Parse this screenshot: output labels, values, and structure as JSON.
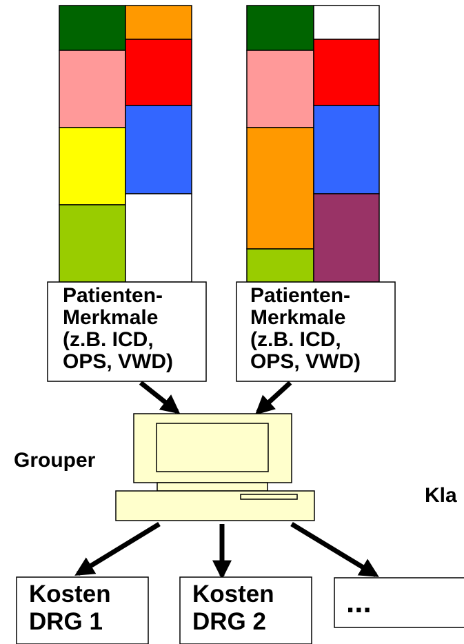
{
  "stacks": [
    {
      "left_column": [
        "#006400",
        "#ff9999",
        "#ffff00",
        "#99cc00"
      ],
      "right_column": [
        "#ff9900",
        "#ff0000",
        "#3366ff",
        "#ffffff"
      ]
    },
    {
      "left_column": [
        "#006400",
        "#ff9999",
        "#ff9900",
        "#99cc00"
      ],
      "right_column": [
        "#ffffff",
        "#ff0000",
        "#3366ff",
        "#993366"
      ]
    }
  ],
  "patient_box_1": {
    "line1": "Patienten-",
    "line2": "Merkmale",
    "line3": "(z.B. ICD,",
    "line4": "OPS, VWD)"
  },
  "patient_box_2": {
    "line1": "Patienten-",
    "line2": "Merkmale",
    "line3": "(z.B. ICD,",
    "line4": "OPS, VWD)"
  },
  "grouper_label": "Grouper",
  "side_label": "Kla",
  "computer_icon": "computer-icon",
  "computer_color": "#ffffcc",
  "outputs": [
    {
      "line1": "Kosten",
      "line2": "DRG 1"
    },
    {
      "line1": "Kosten",
      "line2": "DRG 2"
    },
    {
      "line1": "..."
    }
  ]
}
